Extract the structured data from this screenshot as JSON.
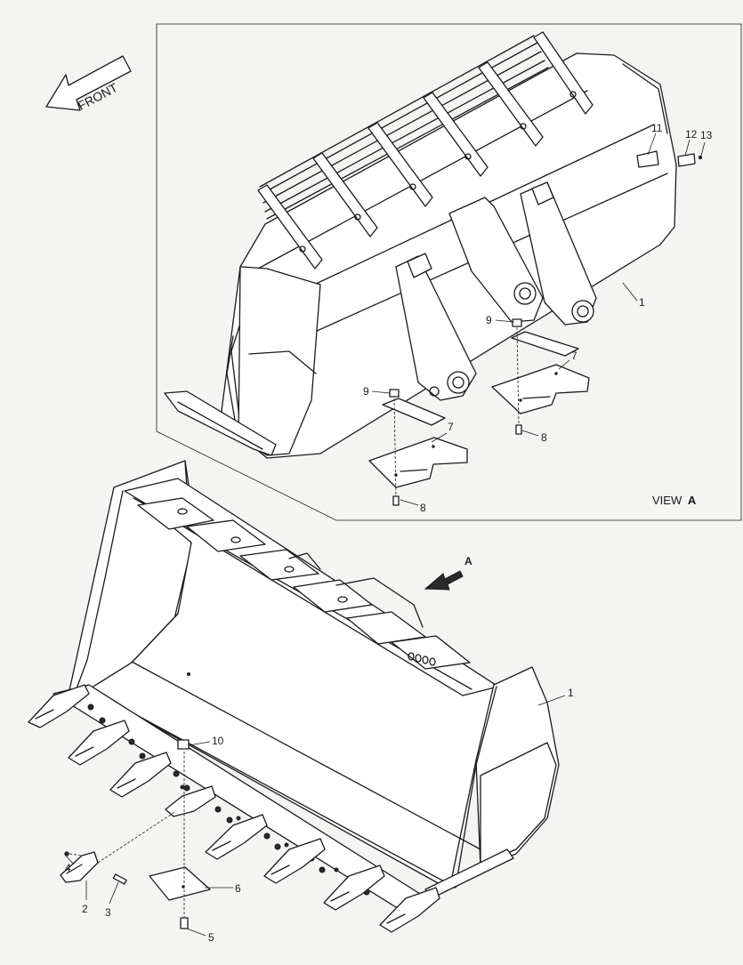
{
  "front_label": "FRONT",
  "view_label": {
    "prefix": "VIEW",
    "letter": "A"
  },
  "view_arrow_letter": "A",
  "callouts": [
    {
      "id": "c11",
      "text": "11"
    },
    {
      "id": "c12",
      "text": "12"
    },
    {
      "id": "c13",
      "text": "13"
    },
    {
      "id": "c1-top",
      "text": "1"
    },
    {
      "id": "c9-right",
      "text": "9"
    },
    {
      "id": "c7-right",
      "text": "7"
    },
    {
      "id": "c9-left",
      "text": "9"
    },
    {
      "id": "c8-right",
      "text": "8"
    },
    {
      "id": "c7-left",
      "text": "7"
    },
    {
      "id": "c8-left",
      "text": "8"
    },
    {
      "id": "c1-main",
      "text": "1"
    },
    {
      "id": "c10",
      "text": "10"
    },
    {
      "id": "c4",
      "text": "4"
    },
    {
      "id": "c2",
      "text": "2"
    },
    {
      "id": "c3",
      "text": "3"
    },
    {
      "id": "c6",
      "text": "6"
    },
    {
      "id": "c5",
      "text": "5"
    }
  ]
}
